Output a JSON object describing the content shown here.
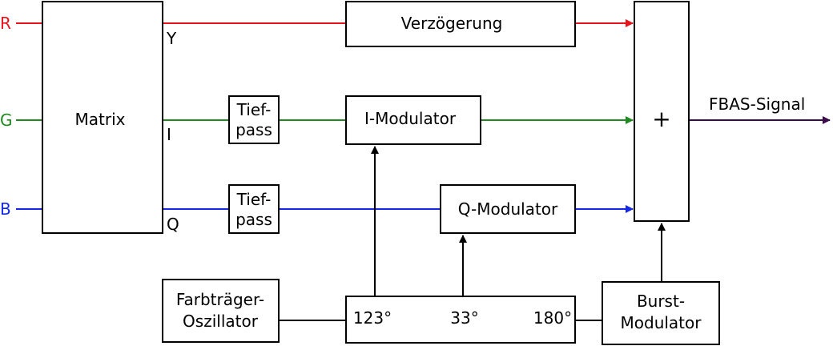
{
  "colors": {
    "red": "#e8141c",
    "green": "#1f8a1f",
    "blue": "#1428e6",
    "purple": "#3a0a4a",
    "black": "#000000"
  },
  "inputs": {
    "r": "R",
    "g": "G",
    "b": "B"
  },
  "matrix": {
    "label": "Matrix",
    "out_y": "Y",
    "out_i": "I",
    "out_q": "Q"
  },
  "blocks": {
    "delay": "Verzögerung",
    "lowpass_i": [
      "Tief-",
      "pass"
    ],
    "lowpass_q": [
      "Tief-",
      "pass"
    ],
    "i_modulator": "I-Modulator",
    "q_modulator": "Q-Modulator",
    "adder": "+",
    "carrier_oscillator": [
      "Farbträger-",
      "Oszillator"
    ],
    "burst_modulator": [
      "Burst-",
      "Modulator"
    ],
    "phase_shifter": {
      "p123": "123°",
      "p33": "33°",
      "p180": "180°"
    }
  },
  "output": "FBAS-Signal"
}
